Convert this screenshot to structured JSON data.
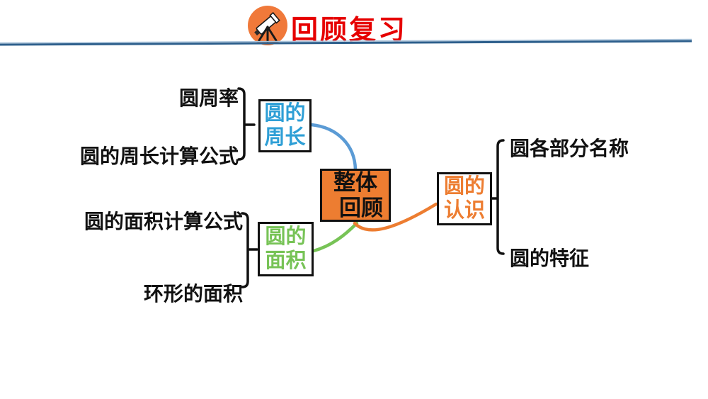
{
  "header": {
    "title": "回顾复习",
    "icon": "telescope-icon"
  },
  "center": {
    "line1": "整体",
    "line2": "回顾"
  },
  "branches": {
    "circumference": {
      "line1": "圆的",
      "line2": "周长",
      "children": [
        "圆周率",
        "圆的周长计算公式"
      ]
    },
    "area": {
      "line1": "圆的",
      "line2": "面积",
      "children": [
        "圆的面积计算公式",
        "环形的面积"
      ]
    },
    "recognition": {
      "line1": "圆的",
      "line2": "认识",
      "children": [
        "圆各部分名称",
        "圆的特征"
      ]
    }
  },
  "colors": {
    "title_red": "#E60000",
    "node_orange_fill": "#ED7D31",
    "branch_blue": "#5B9BD5",
    "branch_green": "#77C356",
    "branch_orange": "#ED7D31",
    "divider_navy": "#2D5F8C",
    "icon_circle_orange": "#F0793A"
  }
}
